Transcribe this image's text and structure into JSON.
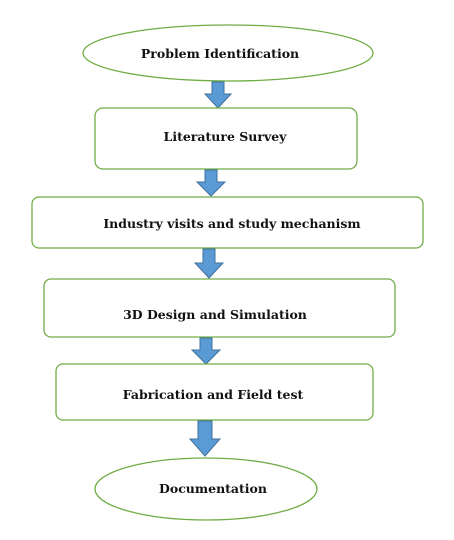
{
  "flowchart": {
    "steps": [
      {
        "id": "problem-identification",
        "label": "Problem Identification",
        "shape": "ellipse"
      },
      {
        "id": "literature-survey",
        "label": "Literature Survey",
        "shape": "rounded-rect"
      },
      {
        "id": "industry-visits",
        "label": "Industry visits and study mechanism",
        "shape": "rounded-rect"
      },
      {
        "id": "3d-design",
        "label": "3D Design and Simulation",
        "shape": "rounded-rect"
      },
      {
        "id": "fabrication",
        "label": "Fabrication and Field test",
        "shape": "rounded-rect"
      },
      {
        "id": "documentation",
        "label": "Documentation",
        "shape": "ellipse"
      }
    ],
    "colors": {
      "node_border": "#70ad47",
      "arrow_fill": "#5b9bd5",
      "arrow_border": "#41719c",
      "text": "#111111"
    }
  }
}
